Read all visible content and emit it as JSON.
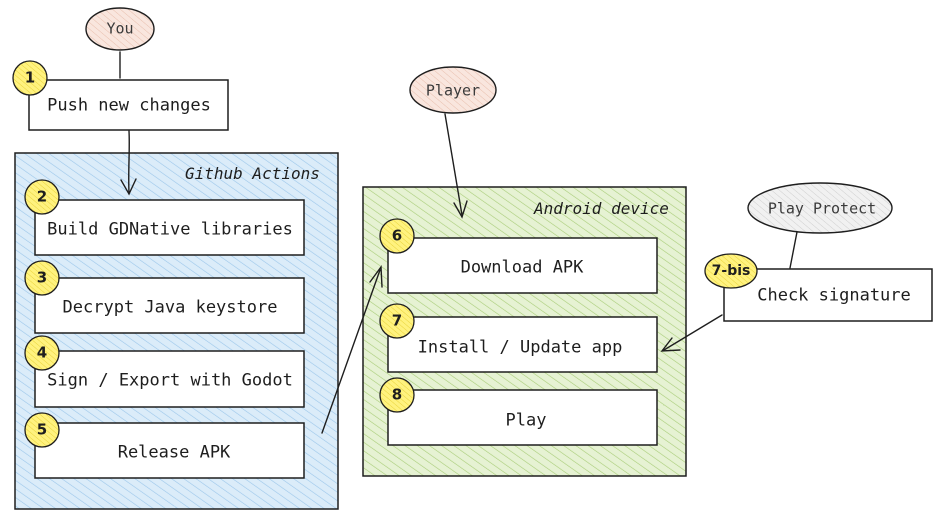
{
  "actors": {
    "you": "You",
    "player": "Player",
    "play_protect": "Play Protect"
  },
  "groups": {
    "github_actions": "Github Actions",
    "android_device": "Android device"
  },
  "steps": {
    "s1": {
      "num": "1",
      "label": "Push new changes"
    },
    "s2": {
      "num": "2",
      "label": "Build GDNative libraries"
    },
    "s3": {
      "num": "3",
      "label": "Decrypt Java keystore"
    },
    "s4": {
      "num": "4",
      "label": "Sign / Export with Godot"
    },
    "s5": {
      "num": "5",
      "label": "Release APK"
    },
    "s6": {
      "num": "6",
      "label": "Download APK"
    },
    "s7": {
      "num": "7",
      "label": "Install / Update app"
    },
    "s8": {
      "num": "8",
      "label": "Play"
    },
    "s7bis": {
      "num": "7-bis",
      "label": "Check signature"
    }
  },
  "colors": {
    "ink": "#1e1e1e",
    "badge_fill": "#ffec6e",
    "github_fill": "#d6eaf8",
    "github_hatch": "#9cc7ea",
    "android_fill": "#e4f0cf",
    "android_hatch": "#a9cd78",
    "actor_fill": "#f6ddd2",
    "protect_fill": "#ececec"
  }
}
